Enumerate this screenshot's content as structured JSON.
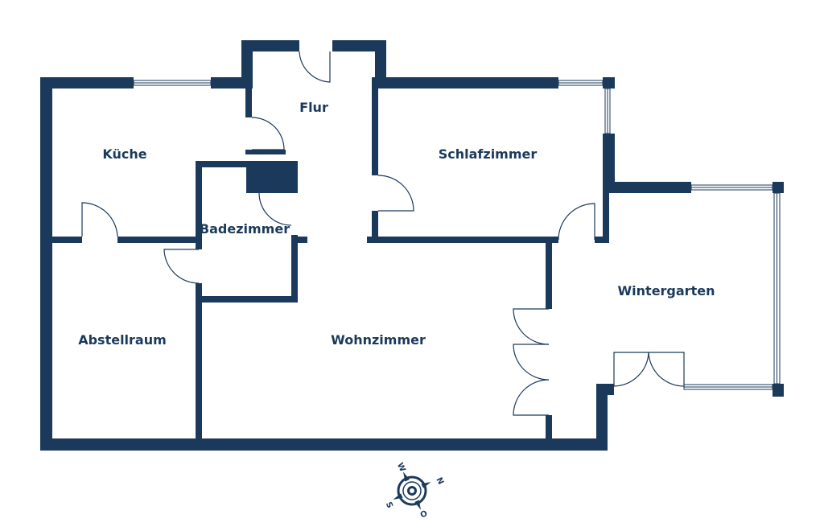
{
  "rooms": {
    "flur": "Flur",
    "kueche": "Küche",
    "schlafzimmer": "Schlafzimmer",
    "badezimmer": "Badezimmer",
    "abstellraum": "Abstellraum",
    "wohnzimmer": "Wohnzimmer",
    "wintergarten": "Wintergarten"
  },
  "compass": {
    "north": "N",
    "east": "O",
    "south": "S",
    "west": "W"
  },
  "colors": {
    "wall": "#1b3a5b",
    "background": "#ffffff"
  }
}
